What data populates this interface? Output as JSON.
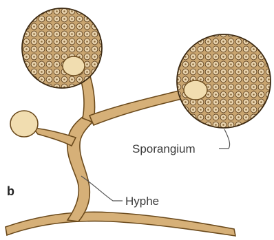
{
  "panel_letter": "b",
  "labels": {
    "sporangium": "Sporangium",
    "hyphe": "Hyphe"
  },
  "colors": {
    "hypha_fill": "#d6b078",
    "hypha_stroke": "#6b4a1c",
    "sporangium_bg": "#c9a570",
    "spore_fill": "#e9d3ad",
    "spore_ring": "#5c4020",
    "columella_fill": "#f1ddb0",
    "leader_line": "#555555"
  }
}
